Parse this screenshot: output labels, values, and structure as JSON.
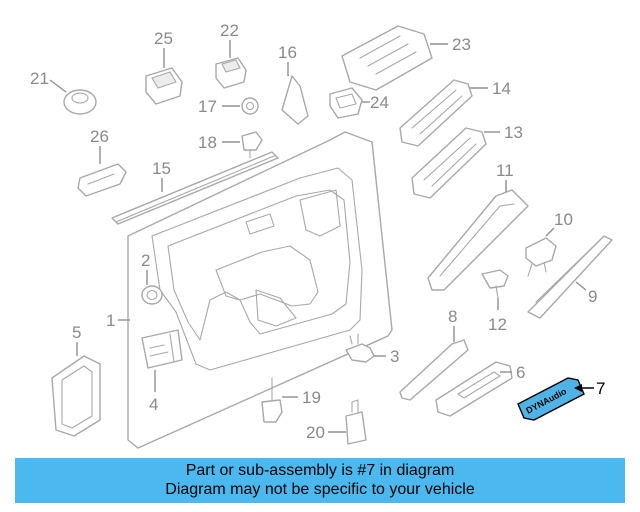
{
  "diagram": {
    "callouts": [
      "1",
      "2",
      "3",
      "4",
      "5",
      "6",
      "7",
      "8",
      "9",
      "10",
      "11",
      "12",
      "13",
      "14",
      "15",
      "16",
      "17",
      "18",
      "19",
      "20",
      "21",
      "22",
      "23",
      "24",
      "25",
      "26"
    ],
    "highlighted_callout": "7",
    "badge_text": "DYNAudio",
    "highlight_color": "#4fb3e8"
  },
  "banner": {
    "line1": "Part or sub-assembly is #7 in diagram",
    "line2": "Diagram may not be specific to your vehicle",
    "background": "#4cb8f0"
  }
}
